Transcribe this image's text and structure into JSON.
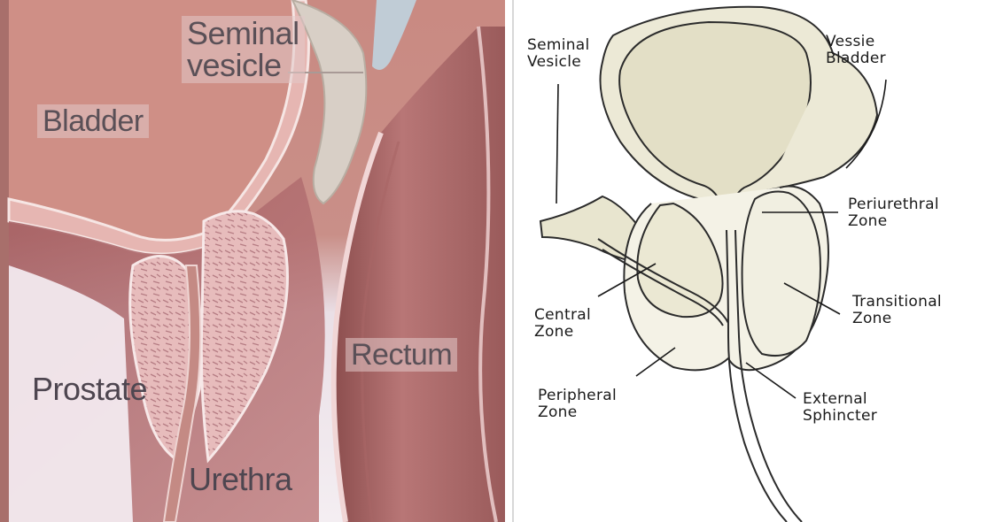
{
  "left_panel": {
    "labels": {
      "seminal_vesicle_line1": "Seminal",
      "seminal_vesicle_line2": "vesicle",
      "bladder": "Bladder",
      "rectum": "Rectum",
      "prostate": "Prostate",
      "urethra": "Urethra"
    },
    "colors": {
      "tissue": "#c48a84",
      "lining": "#e3b3b3",
      "rectum_wall": "#9a5a58",
      "background": "#f1e8ee"
    }
  },
  "right_panel": {
    "labels": {
      "seminal_vesicle": [
        "Seminal",
        "Vesicle"
      ],
      "bladder": [
        "Vessie",
        "Bladder"
      ],
      "periurethral_zone": [
        "Periurethral",
        "Zone"
      ],
      "central_zone": [
        "Central",
        "Zone"
      ],
      "transitional_zone": [
        "Transitional",
        "Zone"
      ],
      "peripheral_zone": [
        "Peripheral",
        "Zone"
      ],
      "external_sphincter": [
        "External",
        "Sphincter"
      ]
    },
    "colors": {
      "outline": "#2b2b2b",
      "fill": "#e9e7d4",
      "shade": "#c9c6ad"
    }
  }
}
